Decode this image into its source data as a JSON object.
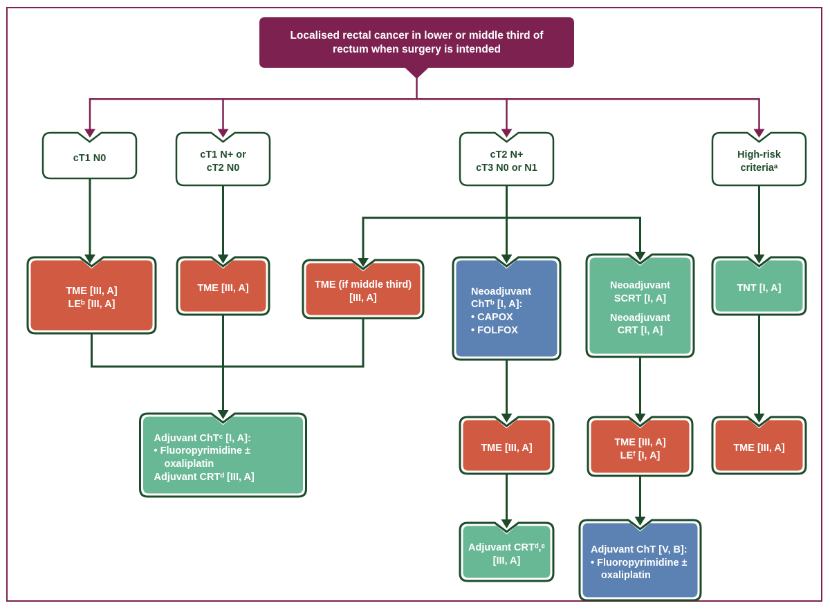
{
  "figure": {
    "type": "clinical-flowchart",
    "border_color": "#7d2150"
  },
  "colors": {
    "maroon": "#7d2150",
    "dark_green": "#1d4b2a",
    "orange": "#d05a42",
    "teal_green": "#68b795",
    "blue": "#5b82b2",
    "white": "#ffffff"
  },
  "nodes": {
    "root": {
      "lines": [
        "Localised rectal cancer in lower or middle third of",
        "rectum when surgery is intended"
      ]
    },
    "ct1_n0": {
      "lines": [
        "cT1 N0"
      ]
    },
    "ct1_nplus_ct2_n0": {
      "lines": [
        "cT1 N+ or",
        "cT2 N0"
      ]
    },
    "ct2_nplus_ct3": {
      "lines": [
        "cT2 N+",
        "cT3 N0 or N1"
      ]
    },
    "high_risk": {
      "lines": [
        "High-risk",
        "criteriaᵃ"
      ]
    },
    "tme_le": {
      "lines": [
        "TME [III, A]",
        "LEᵇ [III, A]"
      ]
    },
    "tme_1": {
      "lines": [
        "TME [III, A]"
      ]
    },
    "tme_middle_third": {
      "lines": [
        "TME (if middle third)",
        "[III, A]"
      ]
    },
    "neoadjuvant_cht": {
      "lines": [
        "Neoadjuvant",
        "ChTᵇ [I, A]:",
        "• CAPOX",
        "• FOLFOX"
      ]
    },
    "neoadjuvant_scrt_crt": {
      "lines": [
        "Neoadjuvant",
        "SCRT [I, A]",
        "Neoadjuvant",
        "CRT [I, A]"
      ]
    },
    "tnt": {
      "lines": [
        "TNT [I, A]"
      ]
    },
    "adjuvant_cht": {
      "lines": [
        "Adjuvant ChTᶜ [I, A]:",
        "• Fluoropyrimidine ±",
        "oxaliplatin",
        "Adjuvant CRTᵈ [III, A]"
      ]
    },
    "tme_2": {
      "lines": [
        "TME [III, A]"
      ]
    },
    "tme_le_f": {
      "lines": [
        "TME [III, A]",
        "LEᶠ [I, A]"
      ]
    },
    "tme_3": {
      "lines": [
        "TME [III, A]"
      ]
    },
    "adjuvant_crt": {
      "lines": [
        "Adjuvant CRTᵈ,ᵉ",
        "[III, A]"
      ]
    },
    "adjuvant_cht_vb": {
      "lines": [
        "Adjuvant ChT [V, B]:",
        "• Fluoropyrimidine ±",
        "oxaliplatin"
      ]
    }
  }
}
